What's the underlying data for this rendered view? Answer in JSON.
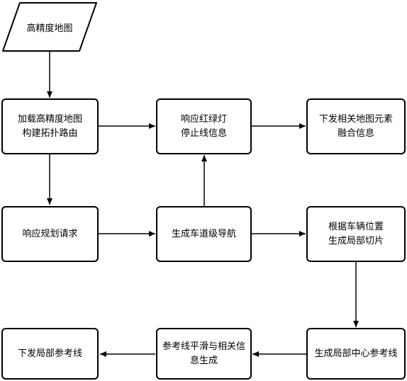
{
  "nodes": {
    "hd_map": "高精度地图",
    "load_map": "加载高精度地图\n构建拓扑路由",
    "traffic_light": "响应红绿灯\n停止线信息",
    "send_map_elements": "下发相关地图元素\n融合信息",
    "plan_request": "响应规划请求",
    "lane_nav": "生成车道级导航",
    "local_slice": "根据车辆位置\n生成局部切片",
    "send_local_ref": "下发局部参考线",
    "smoothing": "参考线平滑与相关信\n息生成",
    "local_center_ref": "生成局部中心参考线"
  }
}
